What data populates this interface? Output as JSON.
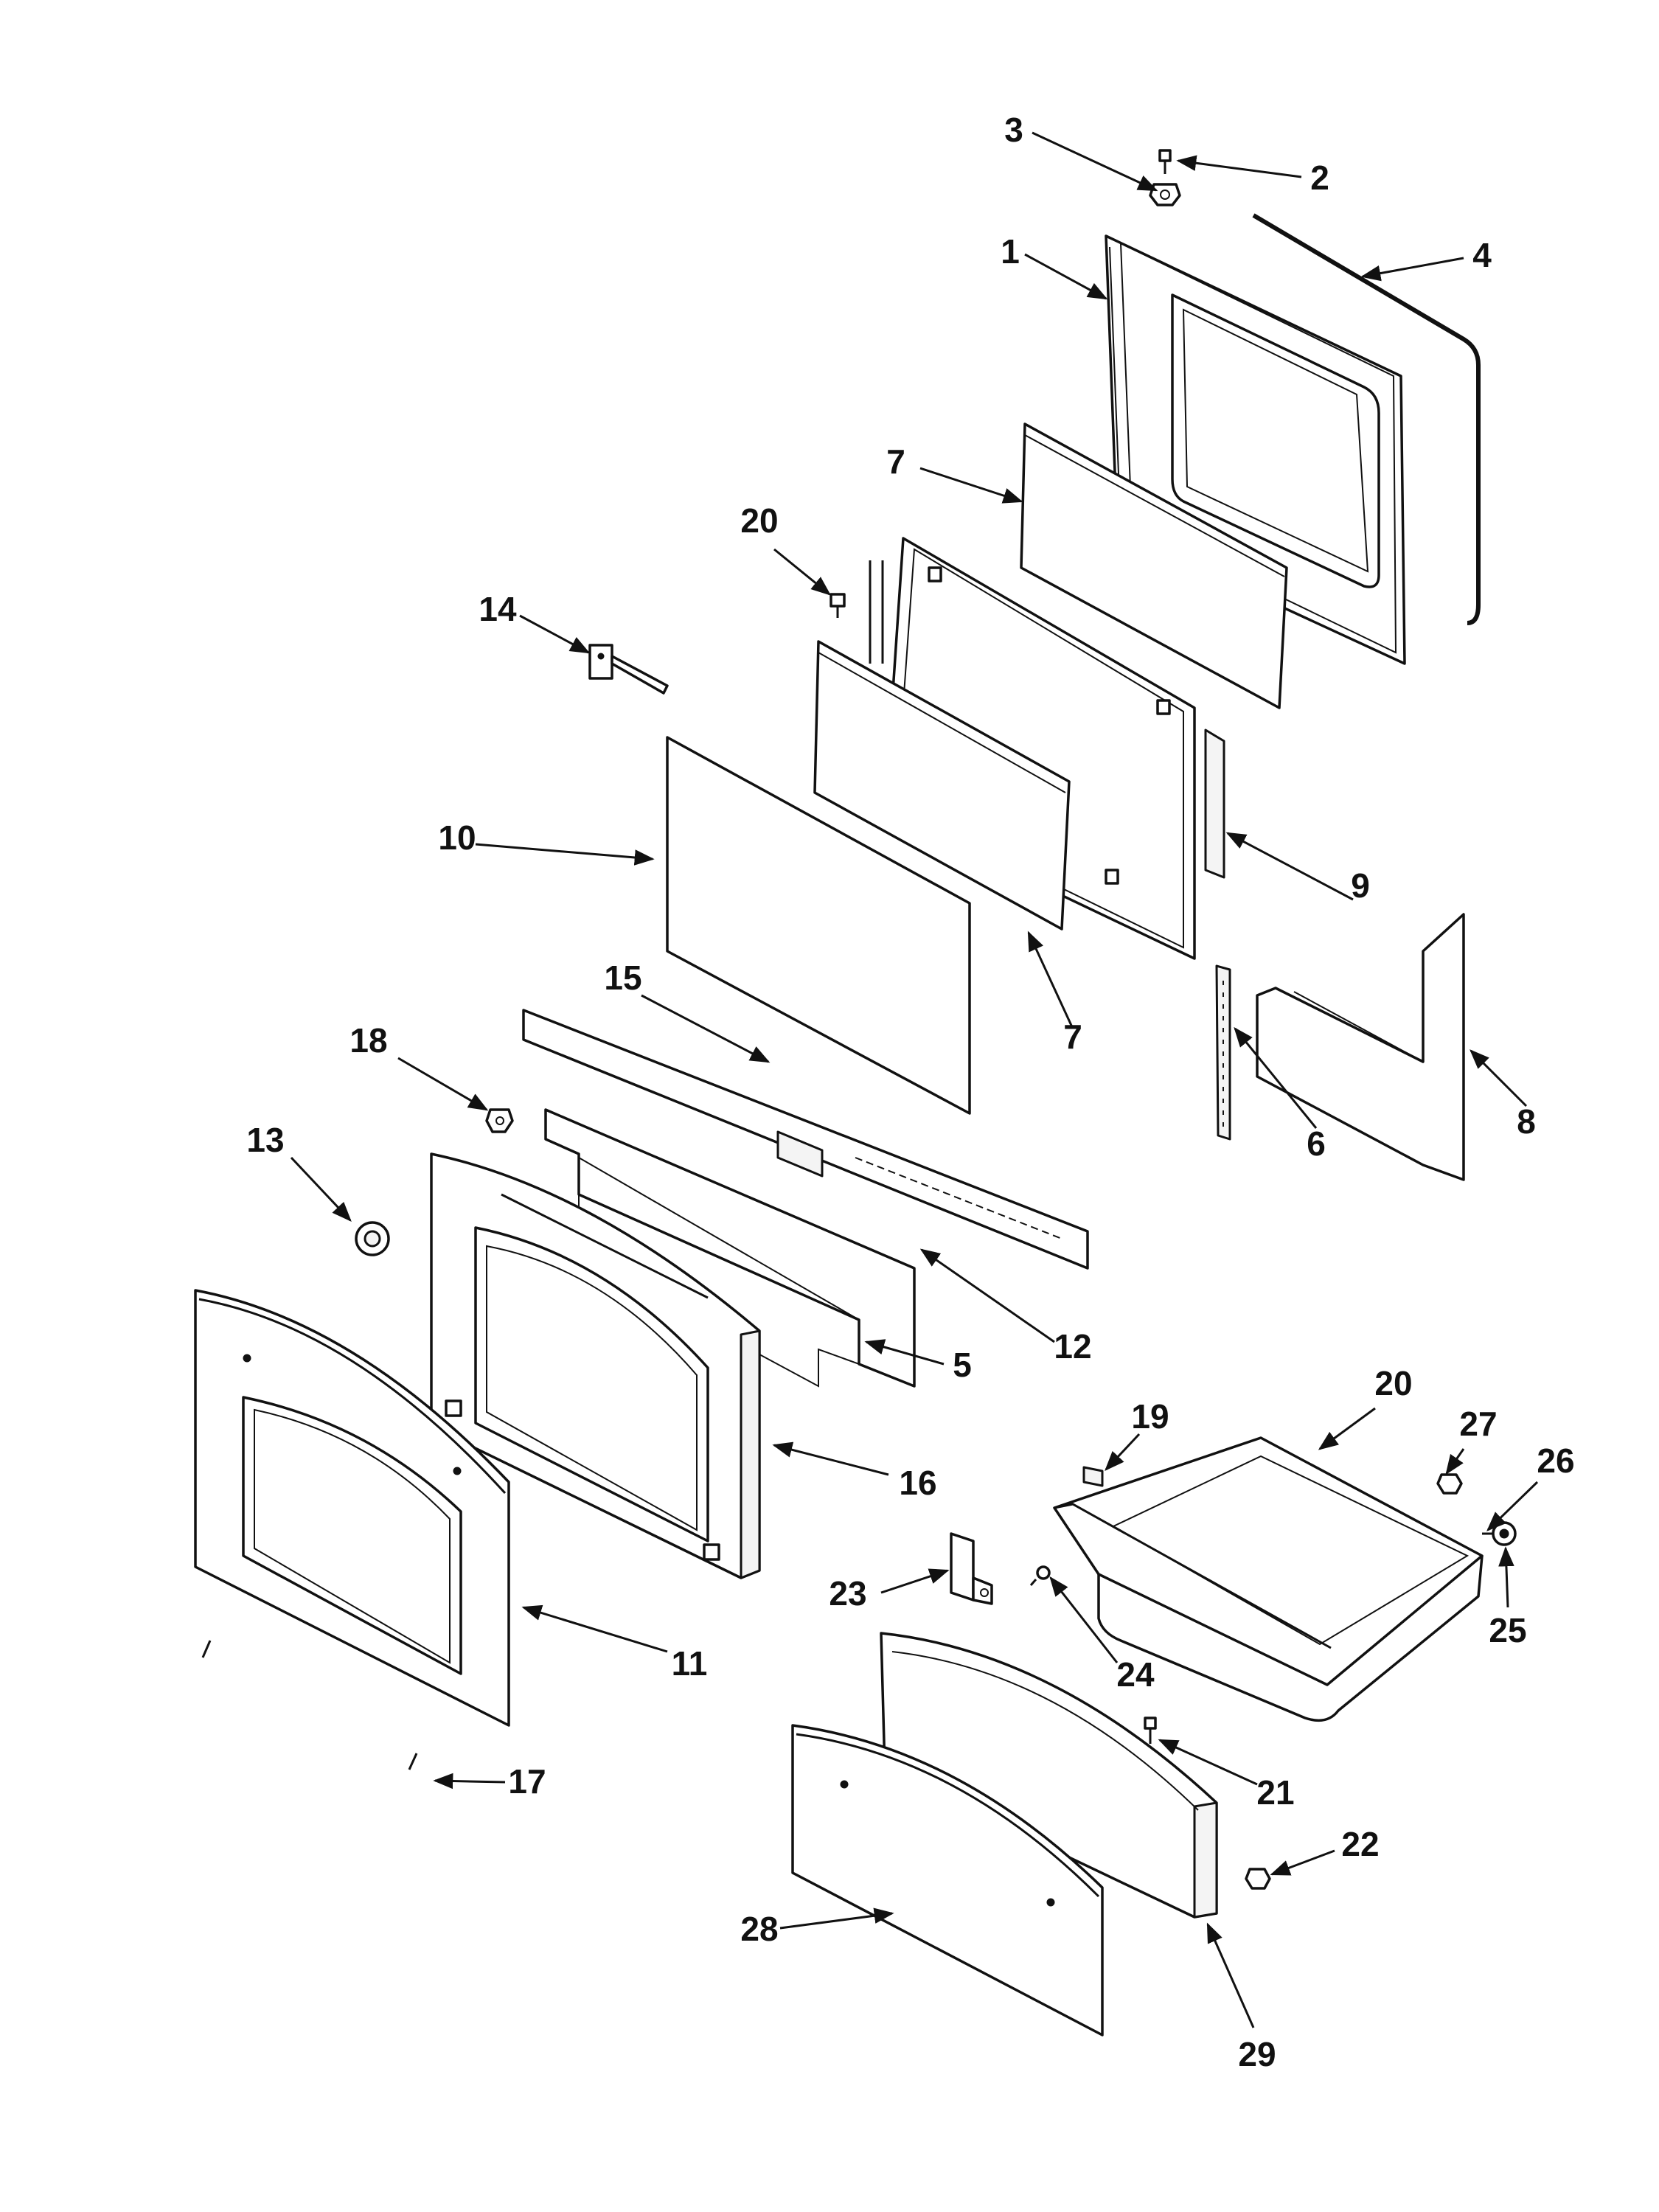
{
  "diagram": {
    "labels": [
      "1",
      "2",
      "3",
      "4",
      "5",
      "6",
      "7",
      "7",
      "8",
      "9",
      "10",
      "11",
      "12",
      "13",
      "14",
      "15",
      "16",
      "17",
      "18",
      "19",
      "20",
      "20",
      "21",
      "22",
      "23",
      "24",
      "25",
      "26",
      "27",
      "28",
      "29"
    ],
    "colors": {
      "line": "#111111",
      "background": "#ffffff"
    }
  }
}
